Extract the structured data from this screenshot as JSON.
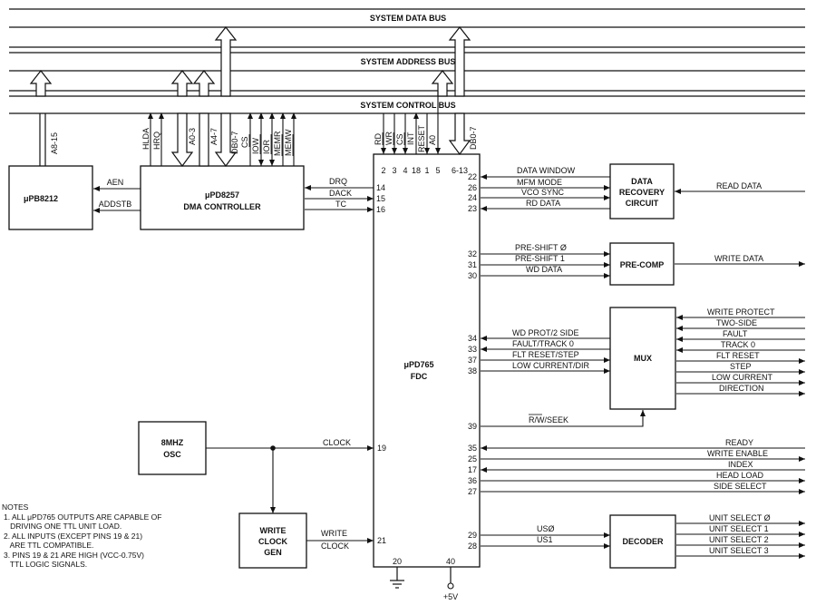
{
  "buses": {
    "data": "SYSTEM DATA BUS",
    "address": "SYSTEM ADDRESS BUS",
    "control": "SYSTEM CONTROL BUS"
  },
  "blocks": {
    "latch": "μPB8212",
    "dma_line1": "μPD8257",
    "dma_line2": "DMA CONTROLLER",
    "fdc_line1": "μPD765",
    "fdc_line2": "FDC",
    "drc_line1": "DATA",
    "drc_line2": "RECOVERY",
    "drc_line3": "CIRCUIT",
    "precomp": "PRE-COMP",
    "mux": "MUX",
    "osc_line1": "8MHZ",
    "osc_line2": "OSC",
    "wcg_line1": "WRITE",
    "wcg_line2": "CLOCK",
    "wcg_line3": "GEN",
    "decoder": "DECODER"
  },
  "dma_bus_signals": [
    "HLDA",
    "HRQ",
    "A0-3",
    "A4-7",
    "DB0-7",
    "CS",
    "IOW",
    "IOR",
    "MEMR",
    "MEMW"
  ],
  "latch_signals": {
    "bus": "A8-15",
    "aen": "AEN",
    "addstb": "ADDSTB"
  },
  "fdc_bus_signals": [
    "RD",
    "WR",
    "CS",
    "INT",
    "RESET",
    "A0",
    "DB0-7"
  ],
  "fdc_top_pins": [
    "2",
    "3",
    "4",
    "18",
    "1",
    "5",
    "6-13"
  ],
  "dma_fdc": [
    {
      "signal": "DRQ",
      "pin": "14"
    },
    {
      "signal": "DACK",
      "pin": "15"
    },
    {
      "signal": "TC",
      "pin": "16"
    }
  ],
  "drc_signals": [
    {
      "signal": "DATA WINDOW",
      "pin": "22"
    },
    {
      "signal": "MFM MODE",
      "pin": "26"
    },
    {
      "signal": "VCO SYNC",
      "pin": "24"
    },
    {
      "signal": "RD DATA",
      "pin": "23"
    }
  ],
  "read_data": "READ DATA",
  "precomp_signals": [
    {
      "signal": "PRE-SHIFT Ø",
      "pin": "32"
    },
    {
      "signal": "PRE-SHIFT 1",
      "pin": "31"
    },
    {
      "signal": "WD DATA",
      "pin": "30"
    }
  ],
  "write_data": "WRITE DATA",
  "mux_fdc_signals": [
    {
      "signal": "WD PROT/2 SIDE",
      "pin": "34"
    },
    {
      "signal": "FAULT/TRACK 0",
      "pin": "33"
    },
    {
      "signal": "FLT RESET/STEP",
      "pin": "37"
    },
    {
      "signal": "LOW CURRENT/DIR",
      "pin": "38"
    }
  ],
  "mux_inputs": [
    "WRITE PROTECT",
    "TWO-SIDE",
    "FAULT",
    "TRACK 0"
  ],
  "mux_outputs": [
    "FLT RESET",
    "STEP",
    "LOW CURRENT",
    "DIRECTION"
  ],
  "rw_seek": {
    "signal": "R/W/SEEK",
    "pin": "39"
  },
  "drive_signals": [
    {
      "signal": "READY",
      "pin": "35"
    },
    {
      "signal": "WRITE ENABLE",
      "pin": "25"
    },
    {
      "signal": "INDEX",
      "pin": "17"
    },
    {
      "signal": "HEAD LOAD",
      "pin": "36"
    },
    {
      "signal": "SIDE SELECT",
      "pin": "27"
    }
  ],
  "clock": {
    "signal": "CLOCK",
    "pin": "19"
  },
  "write_clock": {
    "line1": "WRITE",
    "line2": "CLOCK",
    "pin": "21"
  },
  "power_pins": {
    "gnd": "20",
    "vcc": "40",
    "vcc_label": "+5V"
  },
  "decoder_inputs": [
    {
      "signal": "USØ",
      "pin": "29"
    },
    {
      "signal": "US1",
      "pin": "28"
    }
  ],
  "decoder_outputs": [
    "UNIT SELECT Ø",
    "UNIT SELECT 1",
    "UNIT SELECT 2",
    "UNIT SELECT 3"
  ],
  "notes": {
    "title": "NOTES",
    "lines": [
      "1. ALL μPD765 OUTPUTS ARE CAPABLE OF",
      "   DRIVING ONE TTL UNIT LOAD.",
      "2. ALL INPUTS (EXCEPT PINS 19 & 21)",
      "   ARE TTL COMPATIBLE.",
      "3. PINS 19 & 21 ARE HIGH (VCC-0.75V)",
      "   TTL LOGIC SIGNALS."
    ]
  }
}
